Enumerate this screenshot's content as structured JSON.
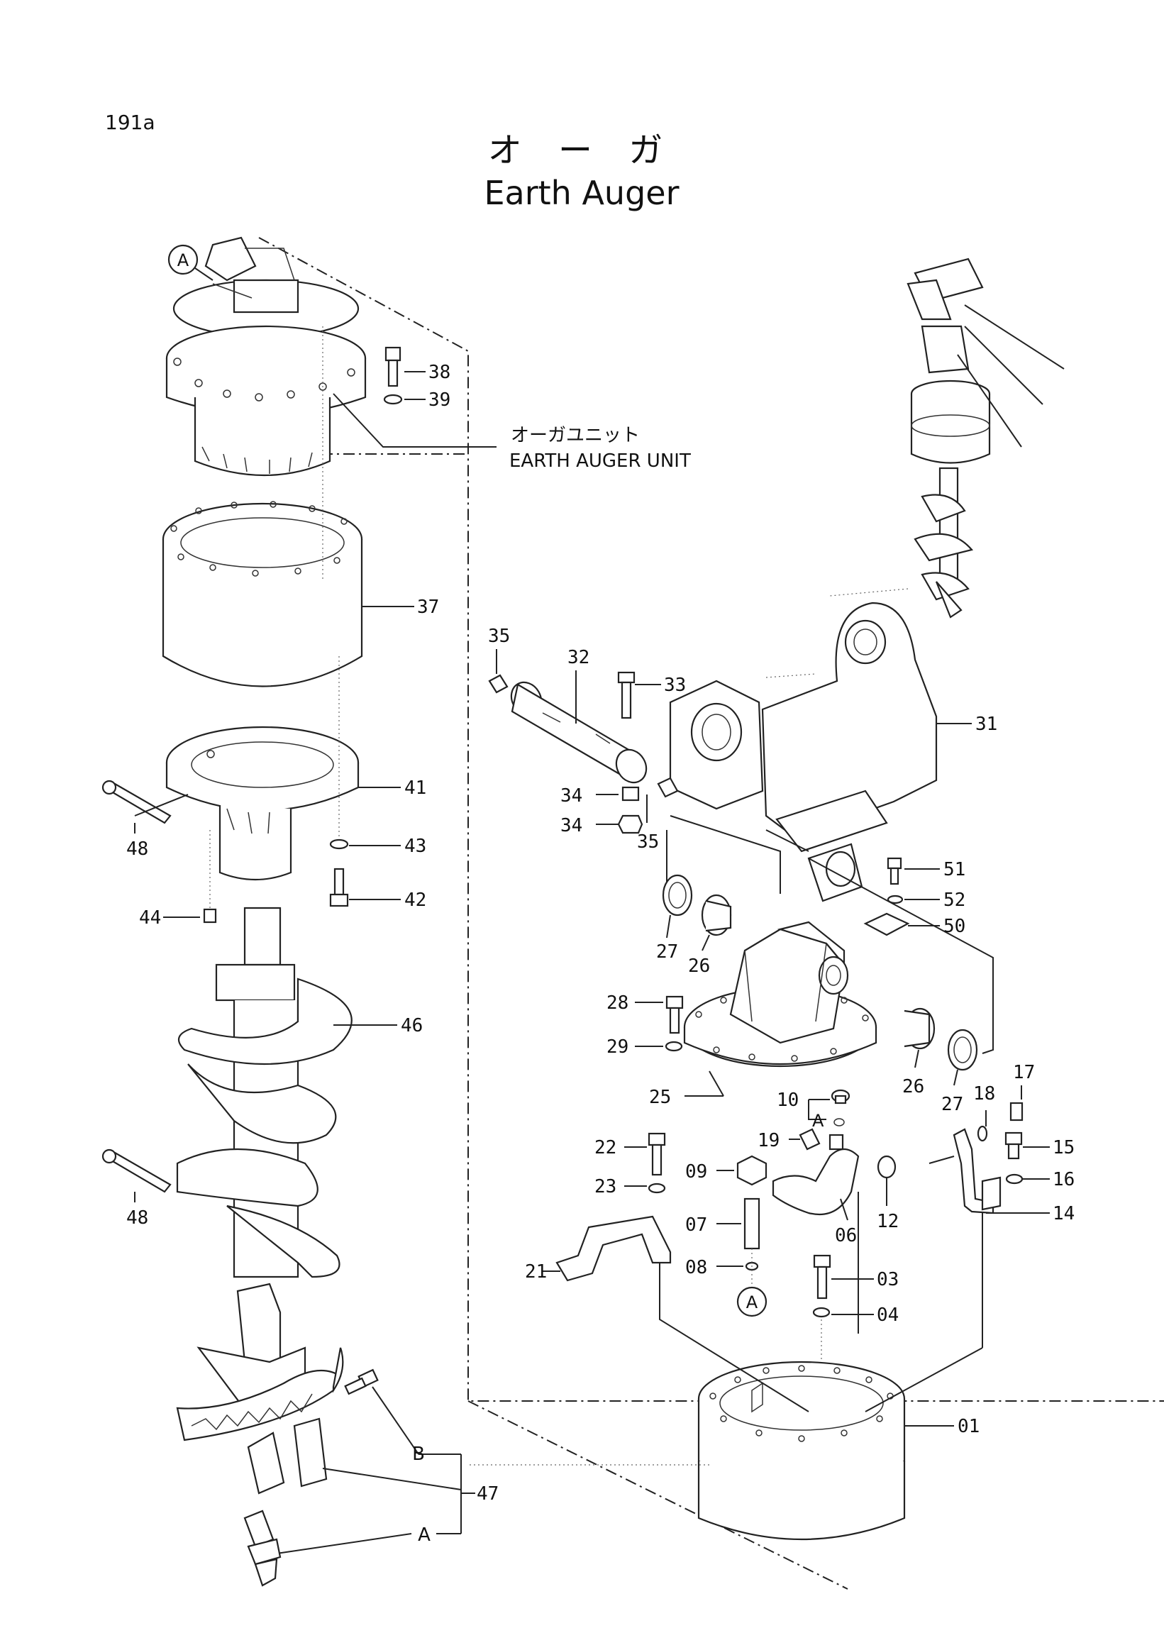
{
  "page_code": "191a",
  "title_jp": "オ ー ガ",
  "title_en": "Earth Auger",
  "unit_label_jp": "オーガユニット",
  "unit_label_en": "EARTH AUGER UNIT",
  "callouts": {
    "c01": "01",
    "c03": "03",
    "c04": "04",
    "c06": "06",
    "c07": "07",
    "c08": "08",
    "c09": "09",
    "c10": "10",
    "c12": "12",
    "c14": "14",
    "c15": "15",
    "c16": "16",
    "c17": "17",
    "c18": "18",
    "c19": "19",
    "c21": "21",
    "c22": "22",
    "c23": "23",
    "c25": "25",
    "c26a": "26",
    "c26b": "26",
    "c27a": "27",
    "c27b": "27",
    "c28": "28",
    "c29": "29",
    "c31": "31",
    "c32": "32",
    "c33": "33",
    "c34a": "34",
    "c34b": "34",
    "c35a": "35",
    "c35b": "35",
    "c37": "37",
    "c38": "38",
    "c39": "39",
    "c41": "41",
    "c42": "42",
    "c43": "43",
    "c44": "44",
    "c46": "46",
    "c47": "47",
    "c48a": "48",
    "c48b": "48",
    "c50": "50",
    "c51": "51",
    "c52": "52"
  },
  "refs": {
    "ref_a_top": "A",
    "ref_a_mid": "A",
    "ref_a_bottom": "A",
    "ref_a_tooth": "A",
    "ref_b_tooth": "B"
  }
}
